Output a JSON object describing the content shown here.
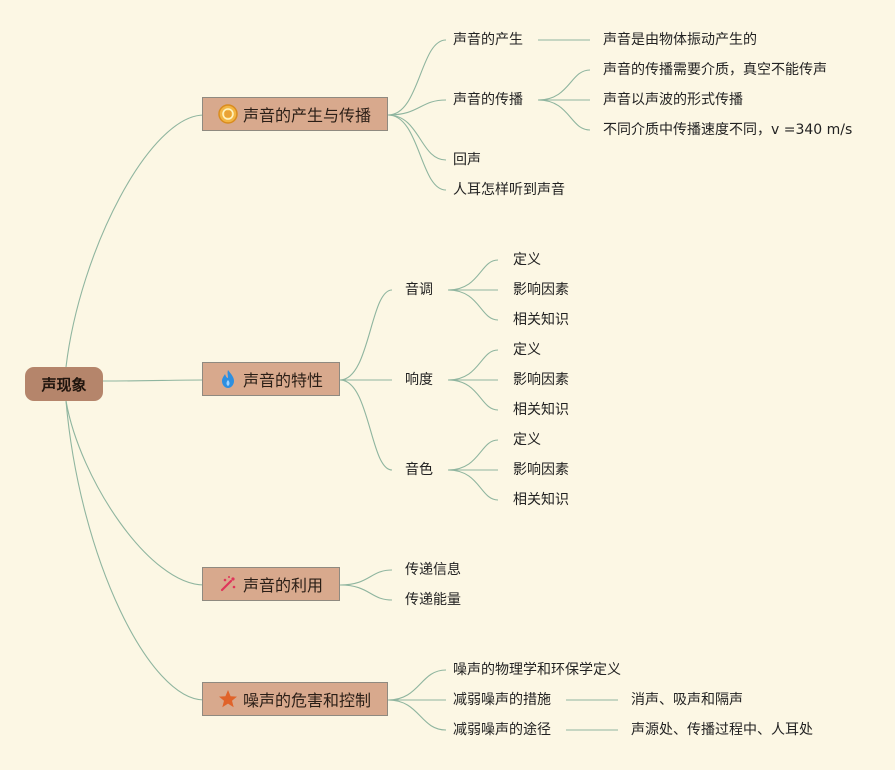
{
  "root": "声现象",
  "branches": [
    {
      "label": "声音的产生与传播",
      "icon": "gold-medal-icon",
      "children": [
        {
          "label": "声音的产生",
          "children": [
            "声音是由物体振动产生的"
          ]
        },
        {
          "label": "声音的传播",
          "children": [
            "声音的传播需要介质，真空不能传声",
            "声音以声波的形式传播",
            "不同介质中传播速度不同，v =340 m/s"
          ]
        },
        {
          "label": "回声",
          "children": []
        },
        {
          "label": "人耳怎样听到声音",
          "children": []
        }
      ]
    },
    {
      "label": "声音的特性",
      "icon": "flame-icon",
      "children": [
        {
          "label": "音调",
          "children": [
            "定义",
            "影响因素",
            "相关知识"
          ]
        },
        {
          "label": "响度",
          "children": [
            "定义",
            "影响因素",
            "相关知识"
          ]
        },
        {
          "label": "音色",
          "children": [
            "定义",
            "影响因素",
            "相关知识"
          ]
        }
      ]
    },
    {
      "label": "声音的利用",
      "icon": "sparkle-icon",
      "children": [
        {
          "label": "传递信息",
          "children": []
        },
        {
          "label": "传递能量",
          "children": []
        }
      ]
    },
    {
      "label": "噪声的危害和控制",
      "icon": "star-icon",
      "children": [
        {
          "label": "噪声的物理学和环保学定义",
          "children": []
        },
        {
          "label": "减弱噪声的措施",
          "children": [
            "消声、吸声和隔声"
          ]
        },
        {
          "label": "减弱噪声的途径",
          "children": [
            "声源处、传播过程中、人耳处"
          ]
        }
      ]
    }
  ],
  "colors": {
    "background": "#fcf7e4",
    "root": "#b5856b",
    "branch": "#d8a98d",
    "link": "#8fb59f"
  }
}
